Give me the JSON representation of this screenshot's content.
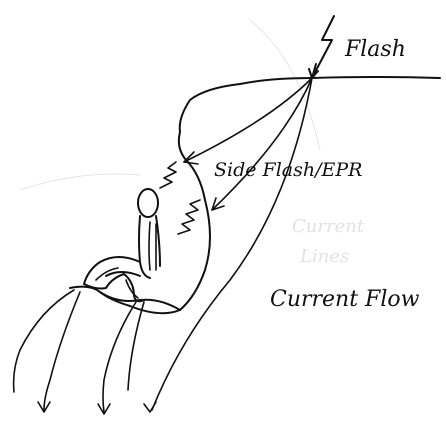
{
  "labels": {
    "flash": "Flash",
    "side_flash": "Side Flash/EPR",
    "current_flow": "Current Flow"
  },
  "colors": {
    "ink": "#111111",
    "background": "#ffffff"
  },
  "icons": {
    "lightning": "lightning-bolt-icon"
  }
}
